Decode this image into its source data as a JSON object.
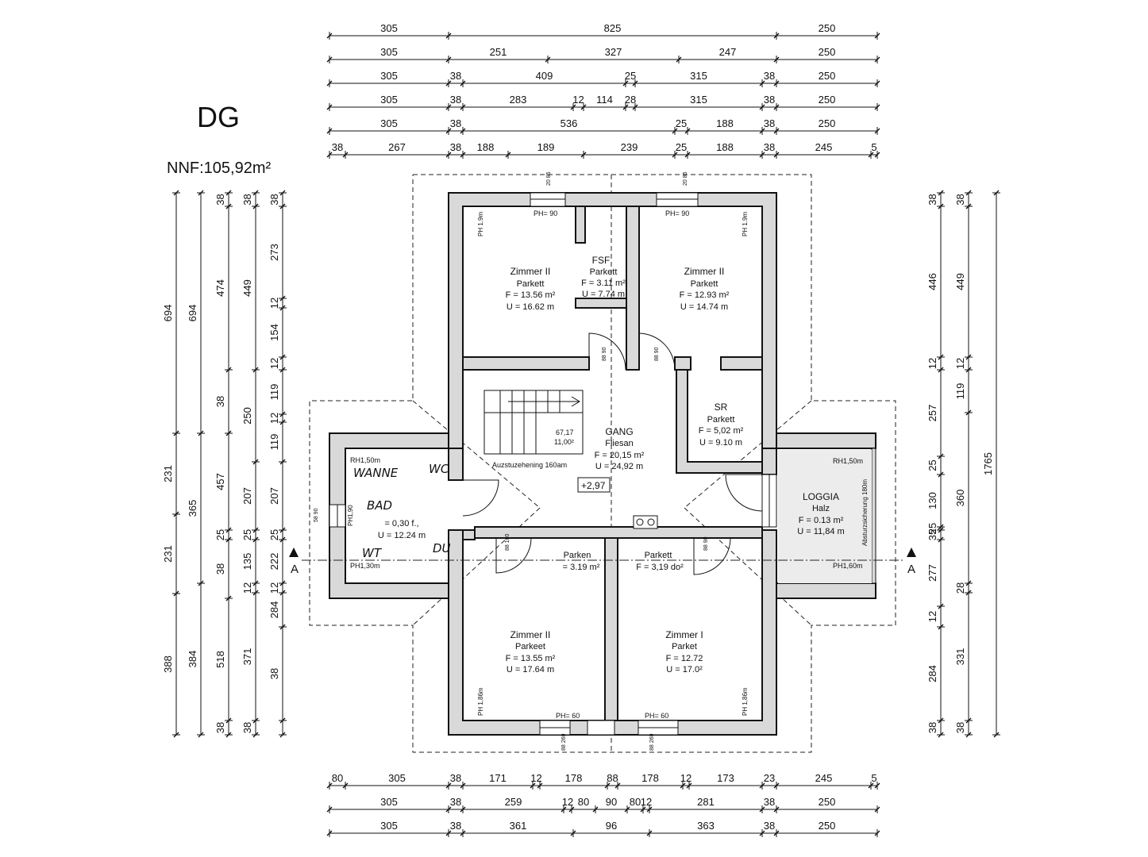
{
  "title": "DG",
  "area": "NNF:105,92m²",
  "top_dims": {
    "r1": [
      "305",
      "825",
      "250"
    ],
    "r2": [
      "305",
      "251",
      "327",
      "247",
      "250"
    ],
    "r3": [
      "305",
      "38",
      "409",
      "25",
      "315",
      "38",
      "250"
    ],
    "r4": [
      "305",
      "38",
      "283",
      "12",
      "114",
      "28",
      "315",
      "38",
      "250"
    ],
    "r5": [
      "305",
      "38",
      "536",
      "25",
      "188",
      "38",
      "250"
    ],
    "r6": [
      "38",
      "267",
      "38",
      "188",
      "189",
      "239",
      "25",
      "188",
      "38",
      "245",
      "5"
    ]
  },
  "bottom_dims": {
    "r1": [
      "80",
      "305",
      "38",
      "171",
      "12",
      "178",
      "88",
      "178",
      "12",
      "173",
      "23",
      "245",
      "5"
    ],
    "r2": [
      "305",
      "38",
      "259",
      "12",
      "80",
      "90",
      "80",
      "12",
      "281",
      "38",
      "250"
    ],
    "r3": [
      "305",
      "38",
      "361",
      "96",
      "363",
      "38",
      "250"
    ]
  },
  "left_dims": {
    "c1": [
      "694",
      "231",
      "231",
      "388"
    ],
    "c2": [
      "694",
      "365",
      "384"
    ],
    "c3": [
      "38",
      "474",
      "38",
      "457",
      "25",
      "38",
      "518",
      "38"
    ],
    "c4": [
      "38",
      "449",
      "250",
      "207",
      "25",
      "135",
      "12",
      "371",
      "38"
    ],
    "c5": [
      "38",
      "273",
      "12",
      "154",
      "12",
      "119",
      "12",
      "119",
      "207",
      "25",
      "222",
      "12",
      "284",
      "38"
    ]
  },
  "right_dims": {
    "c1": [
      "38",
      "446",
      "12",
      "257",
      "25",
      "130",
      "25",
      "35",
      "277",
      "12",
      "284",
      "38"
    ],
    "c2": [
      "38",
      "449",
      "12",
      "119",
      "360",
      "28",
      "331",
      "38"
    ],
    "c3": [
      "1765"
    ]
  },
  "rooms": {
    "zimmer_tl": {
      "name": "Zimmer II",
      "floor": "Parkett",
      "area": "F = 13.56 m²",
      "perim": "U = 16.62 m"
    },
    "fsf": {
      "name": "FSF",
      "floor": "Parkett",
      "area": "F = 3.11 m²",
      "perim": "U = 7.74 m"
    },
    "zimmer_tr": {
      "name": "Zimmer II",
      "floor": "Parkett",
      "area": "F = 12.93 m²",
      "perim": "U = 14.74 m"
    },
    "gang": {
      "name": "GANG",
      "floor": "Fliesan",
      "area": "F = 20,15 m²",
      "perim": "U = 24,92 m"
    },
    "sr": {
      "name": "SR",
      "floor": "Parkett",
      "area": "F = 5,02 m²",
      "perim": "U = 9.10 m"
    },
    "bad": {
      "name": "BAD",
      "area": "= 0,30 f.,",
      "perim": "U = 12.24 m"
    },
    "loggia": {
      "name": "LOGGIA",
      "floor": "Halz",
      "area": "F = 0.13 m²",
      "perim": "U = 11,84 m"
    },
    "parken_l": {
      "name": "Parken",
      "area": "= 3.19 m²"
    },
    "parkett_r": {
      "name": "Parkett",
      "area": "F = 3,19 do²"
    },
    "zimmer_bl": {
      "name": "Zimmer II",
      "floor": "Parkeet",
      "area": "F = 13.55 m²",
      "perim": "U = 17.64 m"
    },
    "zimmer_br": {
      "name": "Zimmer I",
      "floor": "Parket",
      "area": "F = 12.72",
      "perim": "U = 17.0²"
    }
  },
  "labels": {
    "ph90_l": "PH= 90",
    "ph90_r": "PH= 90",
    "ph60_l": "PH= 60",
    "ph60_r": "PH= 60",
    "ph19_l": "PH 1.9m",
    "ph19_r": "PH 1.9m",
    "ph186_l": "PH 1,86m",
    "ph186_r": "PH 1,86m",
    "rh150_l": "RH1,50m",
    "rh150_r": "RH1,50m",
    "ph130": "PH1,30m",
    "ph160": "PH1,60m",
    "ph190": "PH1,90",
    "stair_a": "67,17",
    "stair_b": "11,00²",
    "stair_note": "Auzstuzehening 160am",
    "loggia_note": "Absturzsicherung 180m",
    "level": "+2,97",
    "wanne": "WANNE",
    "wc": "WC",
    "wt": "WT",
    "du": "DU",
    "section_l": "A",
    "section_r": "A",
    "w_top_l": "20 85",
    "w_top_r": "20 85",
    "w_bot_l": "88 260",
    "w_bot_r": "88 260",
    "d_fsf": "88 90",
    "d_tr": "88 90",
    "d_bl": "88 100",
    "d_br": "88 90",
    "bad_win": "58 90"
  }
}
